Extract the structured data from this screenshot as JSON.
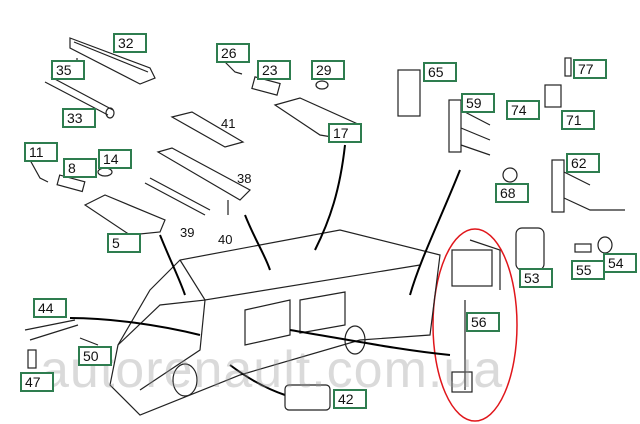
{
  "watermark": "autorenault.com.ua",
  "highlight_color": "#e0161b",
  "label_border_color": "#2e7d4f",
  "callouts": {
    "p32": "32",
    "p35": "35",
    "p33": "33",
    "p26": "26",
    "p23": "23",
    "p29": "29",
    "p41": "41",
    "p17": "17",
    "p65": "65",
    "p59": "59",
    "p77": "77",
    "p74": "74",
    "p71": "71",
    "p11": "11",
    "p8": "8",
    "p14": "14",
    "p38": "38",
    "p5": "5",
    "p39": "39",
    "p40": "40",
    "p62": "62",
    "p68": "68",
    "p56": "56",
    "p53": "53",
    "p55": "55",
    "p54": "54",
    "p44": "44",
    "p50": "50",
    "p47": "47",
    "p42": "42"
  }
}
